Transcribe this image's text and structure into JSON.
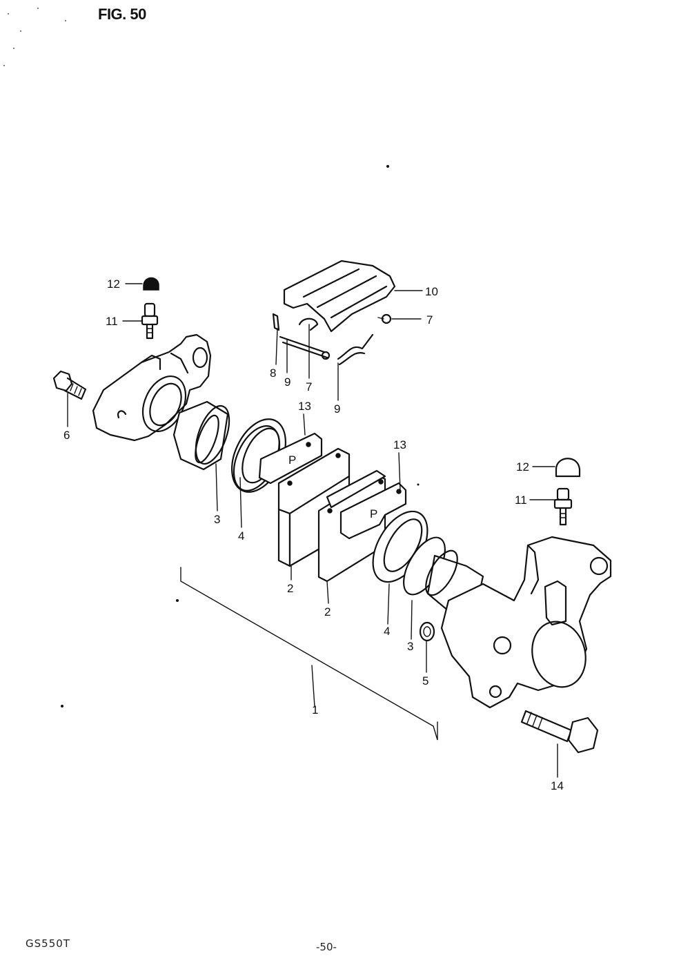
{
  "figure": {
    "title": "FIG. 50"
  },
  "footer": {
    "model": "GS550T",
    "page": "-50-"
  },
  "callouts": [
    {
      "id": "c12a",
      "text": "12"
    },
    {
      "id": "c11a",
      "text": "11"
    },
    {
      "id": "c6",
      "text": "6"
    },
    {
      "id": "c10",
      "text": "10"
    },
    {
      "id": "c7a",
      "text": "7"
    },
    {
      "id": "c8",
      "text": "8"
    },
    {
      "id": "c9a",
      "text": "9"
    },
    {
      "id": "c7b",
      "text": "7"
    },
    {
      "id": "c9b",
      "text": "9"
    },
    {
      "id": "c13a",
      "text": "13"
    },
    {
      "id": "c13b",
      "text": "13"
    },
    {
      "id": "c3a",
      "text": "3"
    },
    {
      "id": "c4a",
      "text": "4"
    },
    {
      "id": "c2a",
      "text": "2"
    },
    {
      "id": "c2b",
      "text": "2"
    },
    {
      "id": "c12b",
      "text": "12"
    },
    {
      "id": "c11b",
      "text": "11"
    },
    {
      "id": "c4b",
      "text": "4"
    },
    {
      "id": "c3b",
      "text": "3"
    },
    {
      "id": "c5",
      "text": "5"
    },
    {
      "id": "c1",
      "text": "1"
    },
    {
      "id": "c14",
      "text": "14"
    }
  ]
}
